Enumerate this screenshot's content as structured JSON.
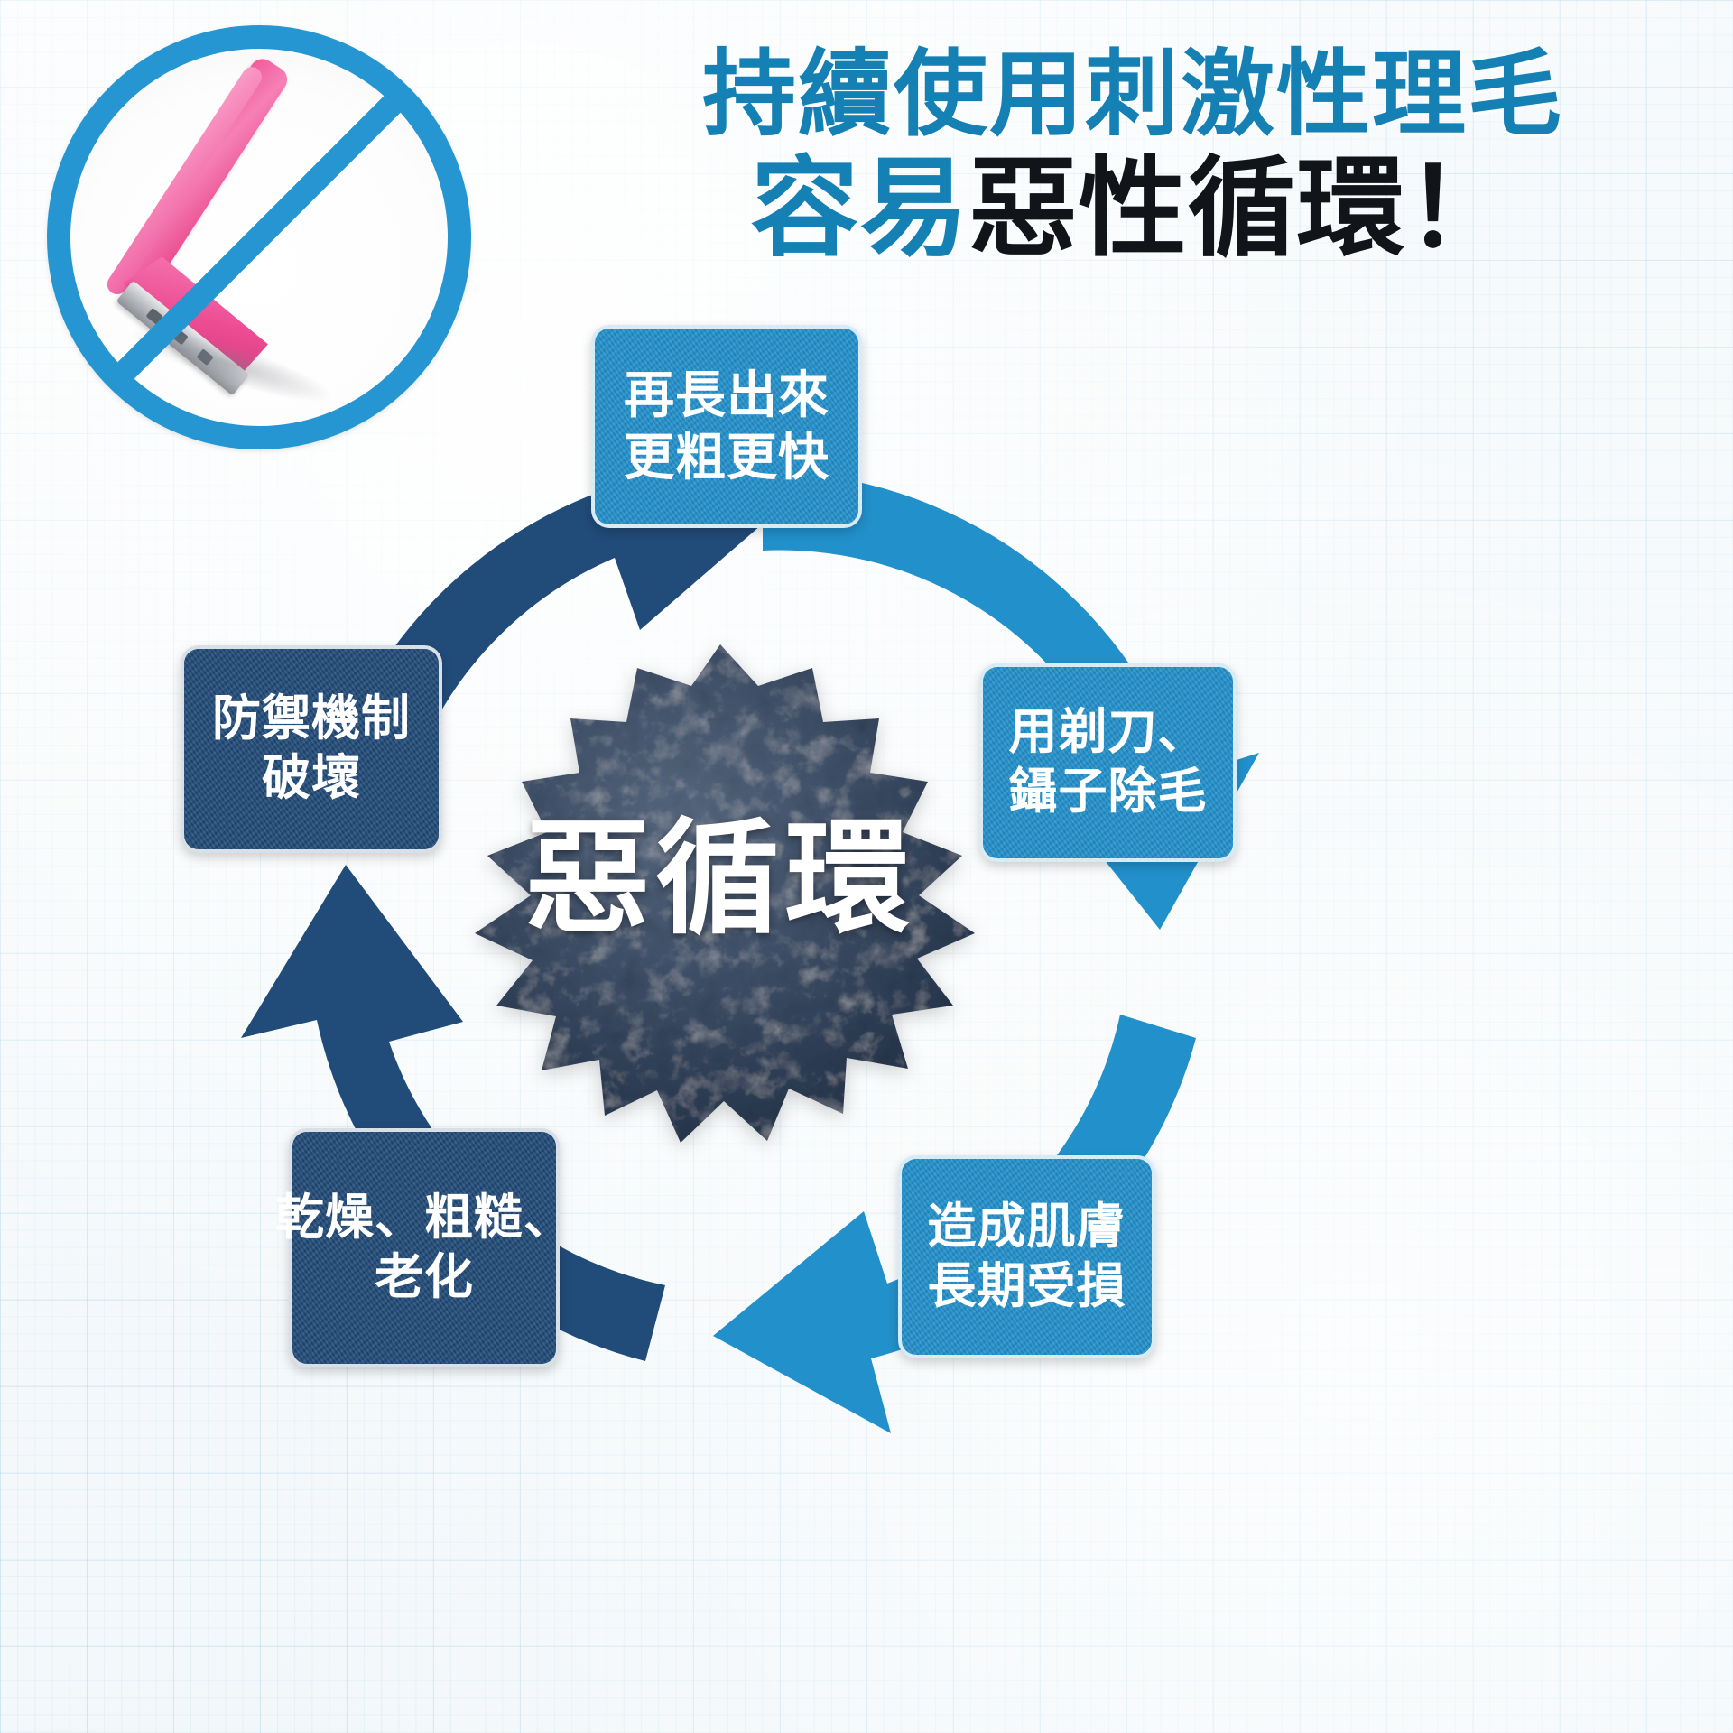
{
  "headline": {
    "line1": "持續使用刺激性理毛",
    "line2_blue": "容易",
    "line2_black": "惡性循環！"
  },
  "badge": {
    "name": "prohibition-razor-badge",
    "meaning": "no-razor",
    "ring_color": "#2596d2",
    "razor_color": "#ed4e93"
  },
  "center": {
    "label": "惡循環"
  },
  "cycle": {
    "direction": "clockwise",
    "arrow_colors": {
      "light": "#2190cb",
      "dark": "#214b79"
    },
    "stages": [
      {
        "id": "regrowth",
        "position": "top",
        "tone": "light",
        "lines": [
          "再長出來",
          "更粗更快"
        ]
      },
      {
        "id": "hair-removal",
        "position": "right",
        "tone": "light",
        "lines": [
          "用剃刀、",
          "鑷子除毛"
        ]
      },
      {
        "id": "skin-damage",
        "position": "bottom-right",
        "tone": "light",
        "lines": [
          "造成肌膚",
          "長期受損"
        ]
      },
      {
        "id": "dry-rough-aging",
        "position": "bottom-left",
        "tone": "dark",
        "lines": [
          "乾燥、粗糙、",
          "老化"
        ]
      },
      {
        "id": "barrier-broken",
        "position": "left",
        "tone": "dark",
        "lines": [
          "防禦機制",
          "破壞"
        ]
      }
    ]
  },
  "theme": {
    "background": "#f4f8fa",
    "grid_line": "#78b9d7",
    "accent_blue": "#1580b4",
    "box_light_blue": "#2190cb",
    "box_dark_navy": "#214b79",
    "headline_black": "#111418"
  }
}
